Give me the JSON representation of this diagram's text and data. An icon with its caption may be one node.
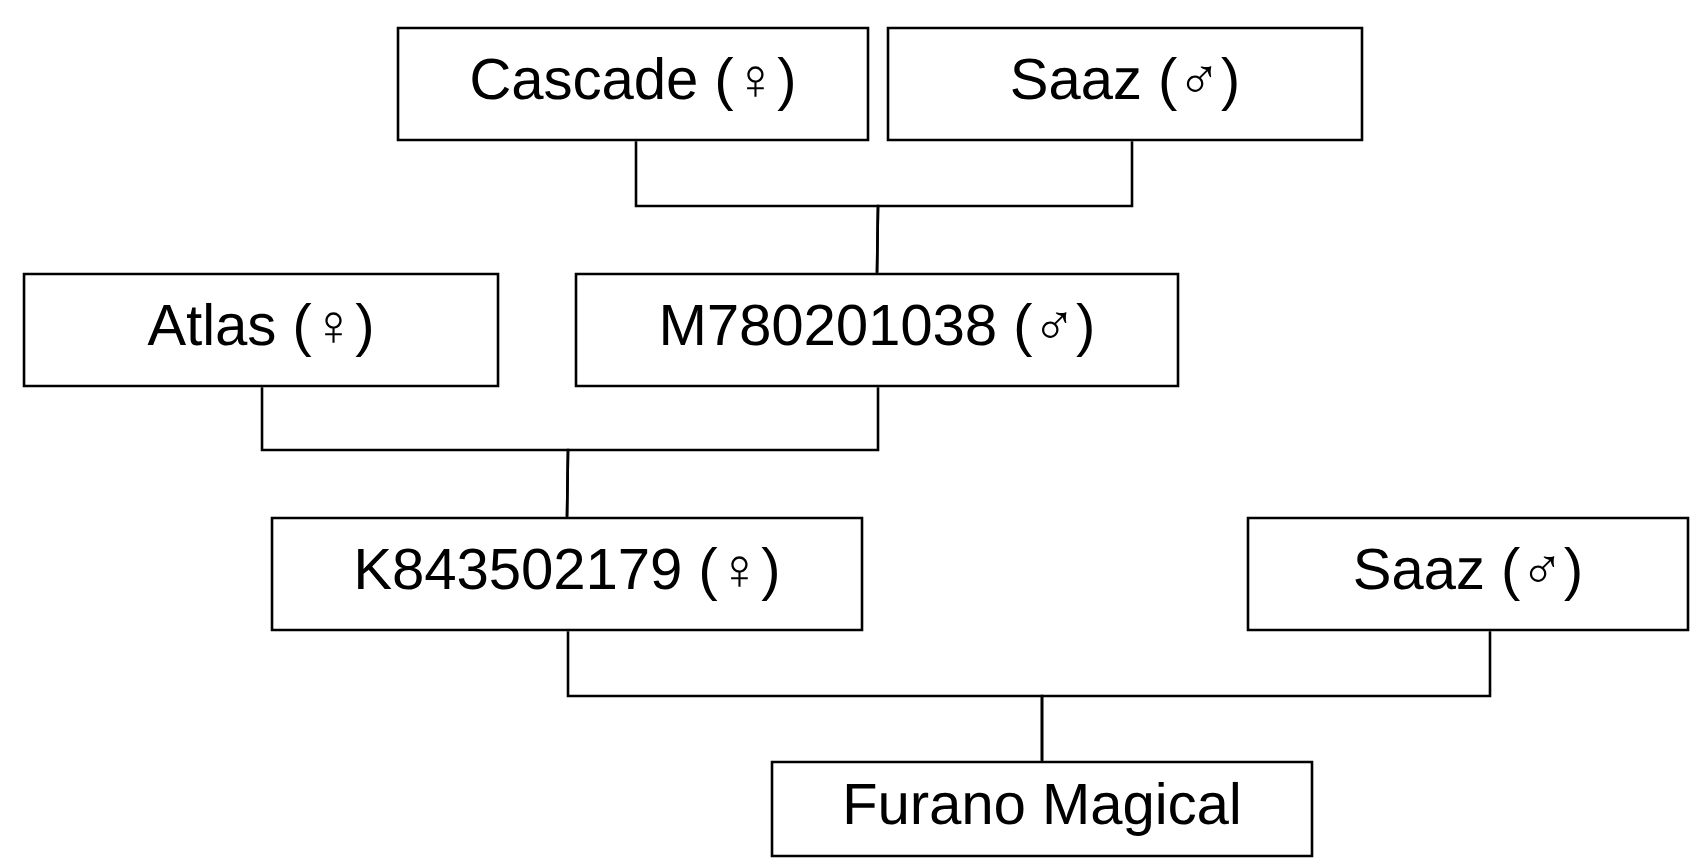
{
  "diagram": {
    "nodes": [
      {
        "text": [
          "Cascade (♀)"
        ]
      },
      {
        "text": [
          "Saaz (♂)"
        ]
      },
      {
        "text": [
          "Atlas (♀)"
        ]
      },
      {
        "text": [
          "M780201038 (♂)"
        ]
      },
      {
        "text": [
          "K843502179 (♀)"
        ]
      },
      {
        "text": [
          "Saaz (♂)"
        ]
      },
      {
        "text": [
          "Furano Magical"
        ]
      }
    ],
    "edges": [
      {
        "from": 0,
        "to": 3,
        "arrow": "none"
      },
      {
        "from": 1,
        "to": 3,
        "arrow": "none"
      },
      {
        "from": 2,
        "to": 4,
        "arrow": "none"
      },
      {
        "from": 3,
        "to": 4,
        "arrow": "none"
      },
      {
        "from": 4,
        "to": 6,
        "arrow": "none"
      },
      {
        "from": 5,
        "to": 6,
        "arrow": "none"
      }
    ]
  }
}
